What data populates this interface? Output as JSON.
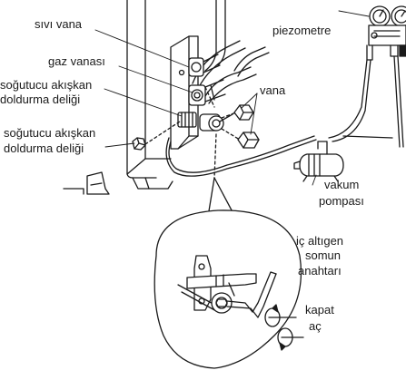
{
  "labels": {
    "liquid_valve": "sıvı vana",
    "gas_valve": "gaz vanası",
    "refrigerant_port_line1": "soğutucu akışkan",
    "refrigerant_port_line2": "doldurma deliği",
    "refrigerant_port_cap_line1": "soğutucu akışkan",
    "refrigerant_port_cap_line2": "doldurma deliği",
    "piezometer": "piezometre",
    "valve": "vana",
    "vacuum_pump_line1": "vakum",
    "vacuum_pump_line2": "pompası",
    "hex_key_line1": "iç altıgen",
    "hex_key_line2": "somun",
    "hex_key_line3": "anahtarı",
    "close": "kapat",
    "open": "aç"
  }
}
